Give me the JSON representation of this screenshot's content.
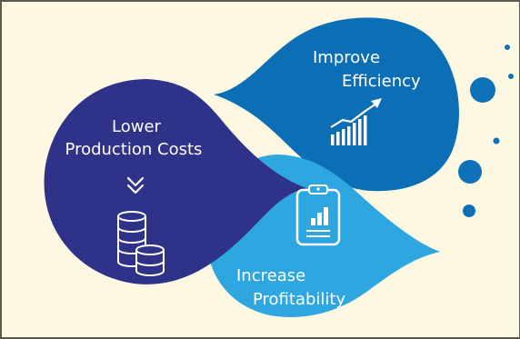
{
  "colors": {
    "background": "#fdf8e2",
    "border": "#5c5a4e",
    "lower_costs_drop": "#2e3288",
    "improve_efficiency_drop": "#0c6fb6",
    "increase_profitability_drop": "#2ea6df",
    "dots": "#0e72b8",
    "icon": "#ffffff"
  },
  "nodes": {
    "lower_costs": {
      "line1": "Lower",
      "line2": "Production Costs",
      "icons": [
        "double-chevron-down-icon",
        "coin-stack-icon"
      ]
    },
    "improve_efficiency": {
      "line1": "Improve",
      "line2": "Efficiency",
      "icons": [
        "growth-bar-chart-icon"
      ]
    },
    "increase_profitability": {
      "line1": "Increase",
      "line2": "Profitability",
      "icons": [
        "clipboard-report-icon"
      ]
    }
  }
}
